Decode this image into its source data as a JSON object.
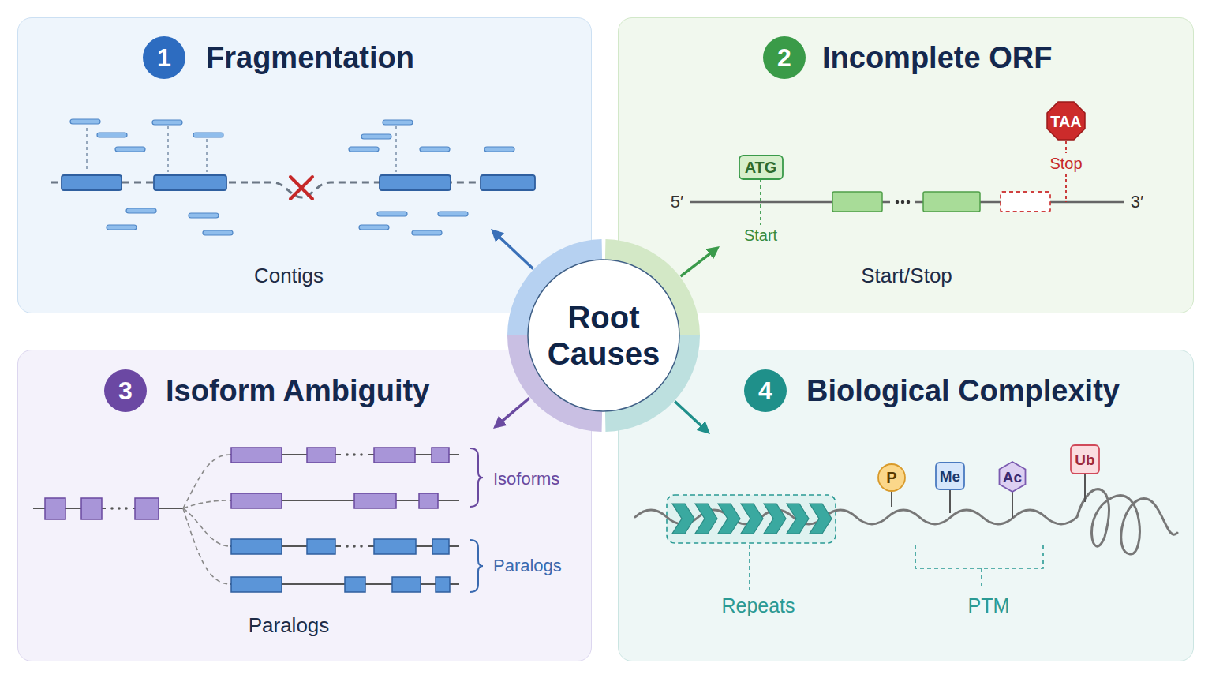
{
  "diagram": {
    "nodes": [
      {
        "text": [
          "Fragmentation",
          "Contigs"
        ]
      },
      {
        "text": [
          "1"
        ],
        "in": 0
      },
      {
        "text": [
          "Incomplete ORF",
          "Start/Stop"
        ]
      },
      {
        "text": [
          "2"
        ],
        "in": 2
      },
      {
        "text": [
          "Root Causes"
        ]
      },
      {
        "text": [
          "Isoform Ambiguity",
          "Paralogs"
        ]
      },
      {
        "text": [
          "3"
        ],
        "in": 5
      },
      {
        "text": [
          "Biological Complexity"
        ]
      },
      {
        "text": [
          "4"
        ],
        "in": 7
      }
    ],
    "edges": [
      {
        "from": 4,
        "to": 0,
        "arrow": "to"
      },
      {
        "from": 4,
        "to": 2,
        "arrow": "to"
      },
      {
        "from": 4,
        "to": 5,
        "arrow": "to"
      },
      {
        "from": 4,
        "to": 7,
        "arrow": "to"
      }
    ],
    "labels": [
      "5′",
      "ATG",
      "Start",
      "TAA",
      "Stop",
      "3′",
      "Isoforms",
      "Paralogs",
      "P",
      "Me",
      "Ac",
      "Ub",
      "Repeats",
      "PTM"
    ]
  }
}
